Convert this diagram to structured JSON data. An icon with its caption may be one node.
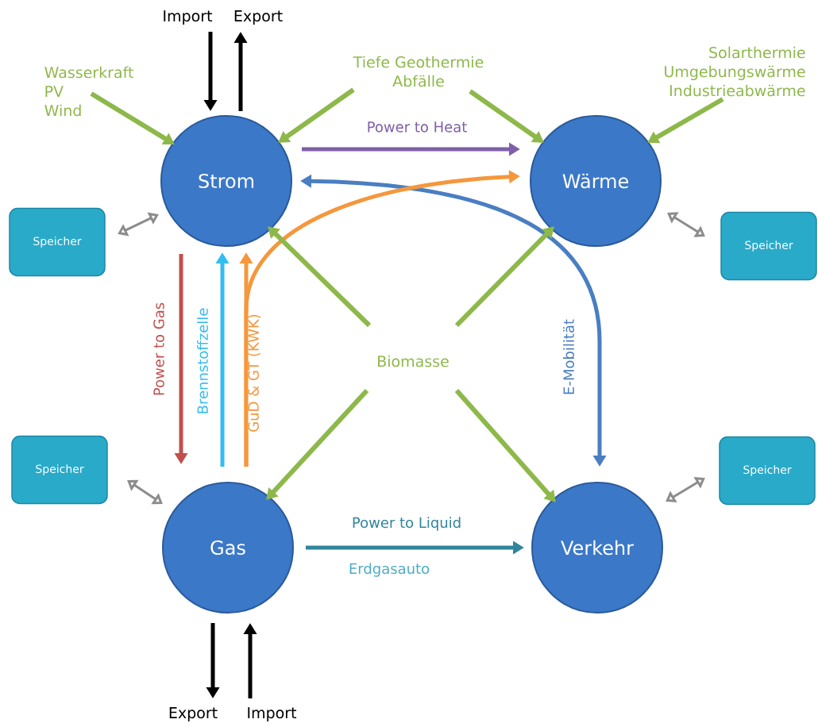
{
  "diagram": {
    "nodes": [
      {
        "text": [
          "Strom"
        ]
      },
      {
        "text": [
          "Wärme"
        ]
      },
      {
        "text": [
          "Gas"
        ]
      },
      {
        "text": [
          "Verkehr"
        ]
      },
      {
        "text": [
          "Speicher"
        ]
      },
      {
        "text": [
          "Speicher"
        ]
      },
      {
        "text": [
          "Speicher"
        ]
      },
      {
        "text": [
          "Speicher"
        ]
      },
      {
        "text": [
          "Import"
        ]
      },
      {
        "text": [
          "Export"
        ]
      },
      {
        "text": [
          "Wasserkraft",
          "PV",
          "Wind"
        ]
      },
      {
        "text": [
          "Tiefe Geothermie",
          "Abfälle"
        ]
      },
      {
        "text": [
          "Solarthermie",
          "Umgebungswärme",
          "Industrieabwärme"
        ]
      },
      {
        "text": [
          "Biomasse"
        ]
      },
      {
        "text": [
          "Export"
        ]
      },
      {
        "text": [
          "Import"
        ]
      }
    ],
    "edges": [
      {
        "from": 8,
        "to": 0,
        "arrow": "to",
        "color": "#000000"
      },
      {
        "from": 0,
        "to": 9,
        "arrow": "to",
        "color": "#000000"
      },
      {
        "from": 10,
        "to": 0,
        "arrow": "to",
        "color": "#8db84a"
      },
      {
        "from": 11,
        "to": 0,
        "arrow": "to",
        "color": "#8db84a"
      },
      {
        "from": 11,
        "to": 1,
        "arrow": "to",
        "color": "#8db84a"
      },
      {
        "from": 12,
        "to": 1,
        "arrow": "to",
        "color": "#8db84a"
      },
      {
        "from": 0,
        "to": 1,
        "arrow": "to",
        "label": "Power to Heat",
        "color": "#7f5fa8"
      },
      {
        "from": 0,
        "to": 3,
        "arrow": "both",
        "label": "E-Mobilität",
        "color": "#4a7ec2"
      },
      {
        "from": 0,
        "to": 2,
        "arrow": "to",
        "label": "Power to Gas",
        "color": "#c0504d"
      },
      {
        "from": 2,
        "to": 0,
        "arrow": "to",
        "label": "Brennstoffzelle",
        "color": "#33bdf0"
      },
      {
        "from": 2,
        "to": 0,
        "arrow": "to",
        "label": "GuD & GT (KWK)",
        "color": "#f5973c"
      },
      {
        "from": 2,
        "to": 1,
        "arrow": "to",
        "color": "#f5973c"
      },
      {
        "from": 13,
        "to": 0,
        "arrow": "to",
        "color": "#8db84a"
      },
      {
        "from": 13,
        "to": 1,
        "arrow": "to",
        "color": "#8db84a"
      },
      {
        "from": 13,
        "to": 2,
        "arrow": "to",
        "color": "#8db84a"
      },
      {
        "from": 13,
        "to": 3,
        "arrow": "to",
        "color": "#8db84a"
      },
      {
        "from": 2,
        "to": 3,
        "arrow": "to",
        "label": "Power to Liquid",
        "color": "#31859c"
      },
      {
        "from": 2,
        "to": 14,
        "arrow": "to",
        "color": "#000000"
      },
      {
        "from": 15,
        "to": 2,
        "arrow": "to",
        "color": "#000000"
      },
      {
        "from": 4,
        "to": 0,
        "arrow": "both",
        "color": "#8c8c8c"
      },
      {
        "from": 1,
        "to": 5,
        "arrow": "both",
        "color": "#8c8c8c"
      },
      {
        "from": 6,
        "to": 2,
        "arrow": "both",
        "color": "#8c8c8c"
      },
      {
        "from": 3,
        "to": 7,
        "arrow": "both",
        "color": "#8c8c8c"
      }
    ],
    "labels": [
      "Erdgasauto"
    ]
  }
}
